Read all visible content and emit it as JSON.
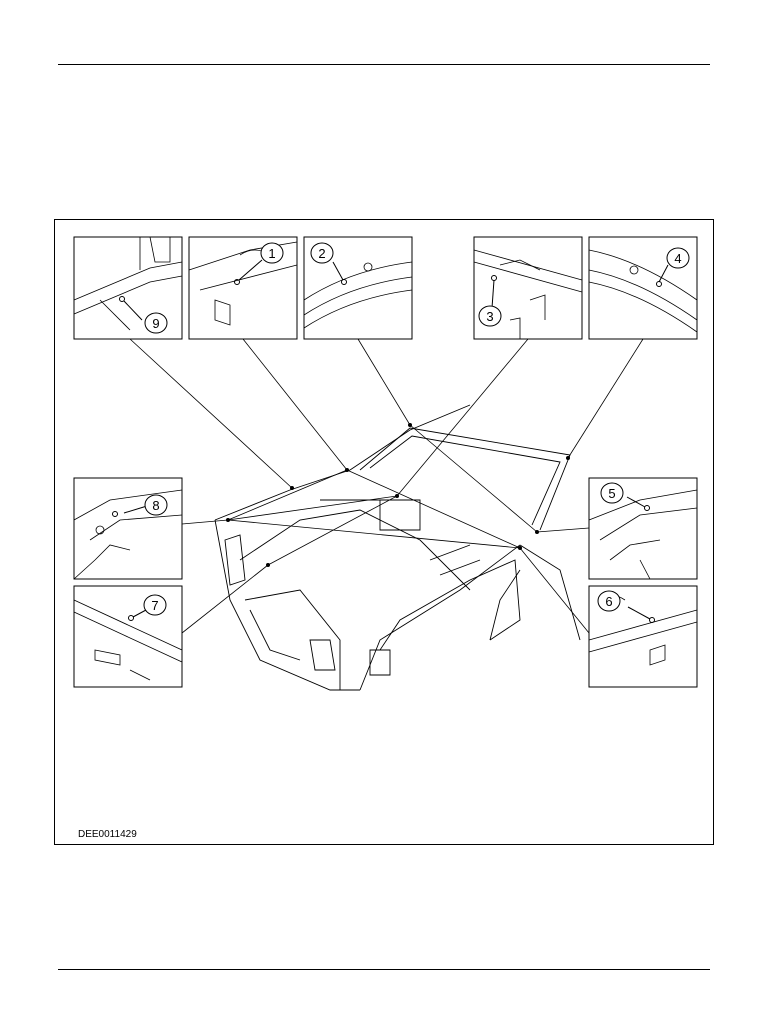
{
  "document": {
    "figure_code": "DEE0011429",
    "callouts": [
      "1",
      "2",
      "3",
      "4",
      "5",
      "6",
      "7",
      "8",
      "9"
    ]
  }
}
